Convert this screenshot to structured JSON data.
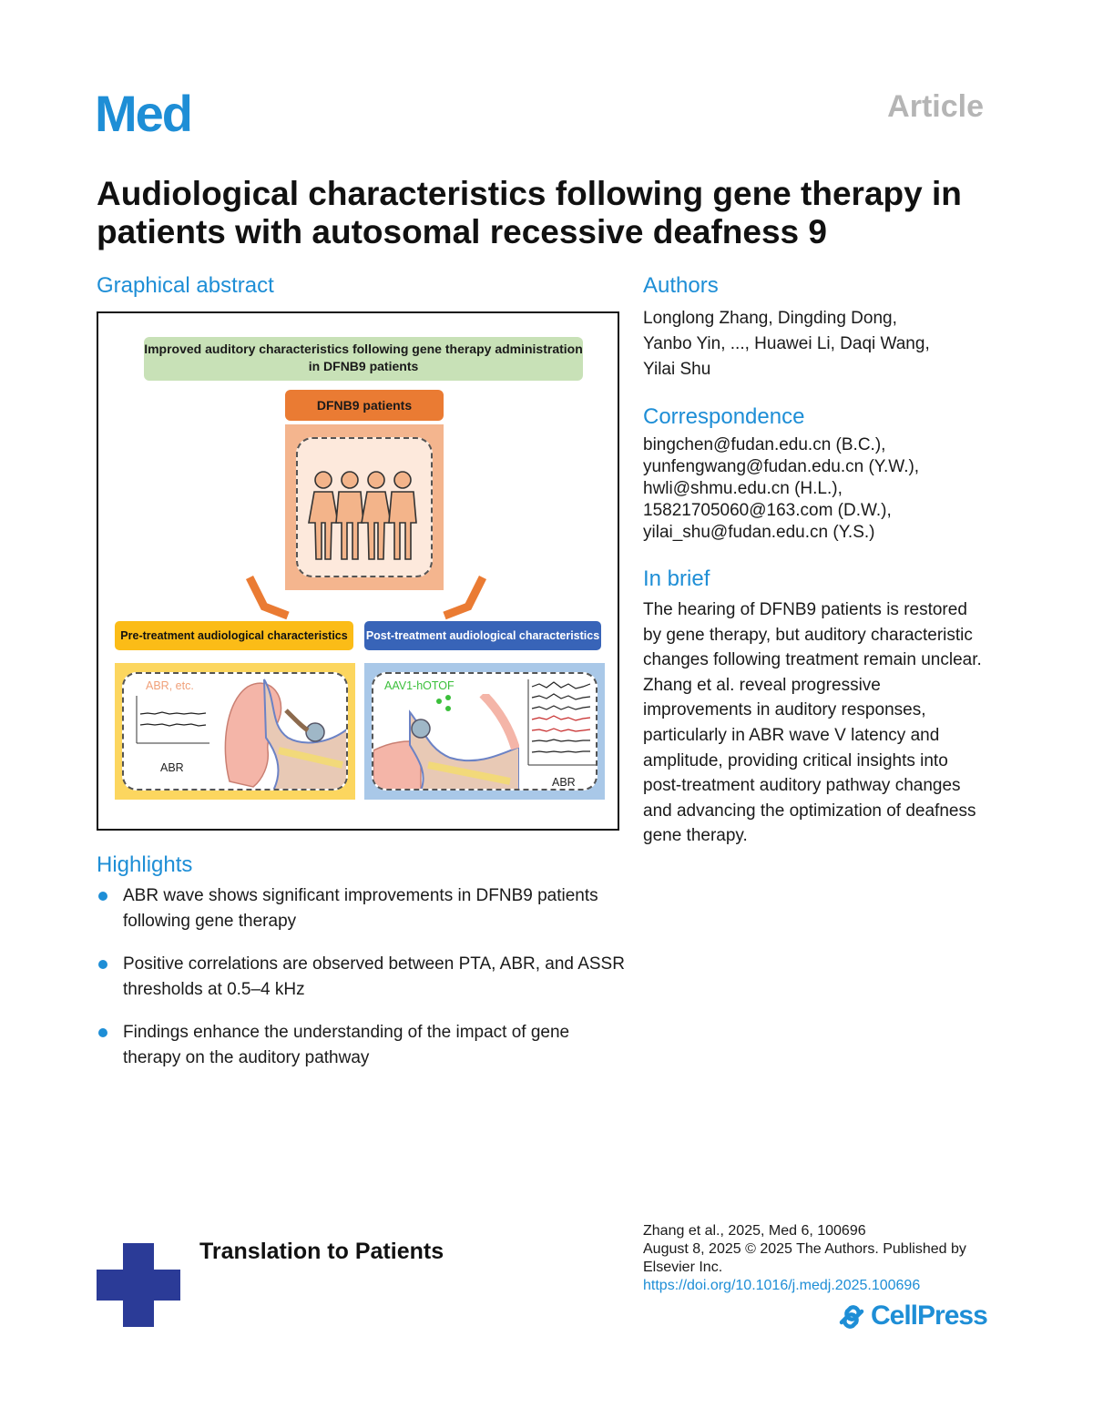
{
  "header": {
    "logo": "Med",
    "article_type": "Article"
  },
  "title": "Audiological characteristics following gene therapy in patients with autosomal recessive deafness 9",
  "graphical_abstract": {
    "heading": "Graphical abstract",
    "top_banner": "Improved auditory characteristics following gene therapy administration in DFNB9 patients",
    "patients_label": "DFNB9 patients",
    "pre_label": "Pre-treatment audiological characteristics",
    "post_label": "Post-treatment audiological characteristics",
    "pre_note": "ABR, etc.",
    "pre_abr": "ABR",
    "post_vector": "AAV1-hOTOF",
    "post_abr": "ABR"
  },
  "authors": {
    "heading": "Authors",
    "lines": [
      "Longlong Zhang, Dingding Dong,",
      "Yanbo Yin, ..., Huawei Li, Daqi Wang,",
      "Yilai Shu"
    ]
  },
  "correspondence": {
    "heading": "Correspondence",
    "lines": [
      "bingchen@fudan.edu.cn (B.C.),",
      "yunfengwang@fudan.edu.cn (Y.W.),",
      "hwli@shmu.edu.cn (H.L.),",
      "15821705060@163.com (D.W.),",
      "yilai_shu@fudan.edu.cn (Y.S.)"
    ]
  },
  "in_brief": {
    "heading": "In brief",
    "text": "The hearing of DFNB9 patients is restored by gene therapy, but auditory characteristic changes following treatment remain unclear. Zhang et al. reveal progressive improvements in auditory responses, particularly in ABR wave V latency and amplitude, providing critical insights into post-treatment auditory pathway changes and advancing the optimization of deafness gene therapy."
  },
  "highlights": {
    "heading": "Highlights",
    "items": [
      "ABR wave shows significant improvements in DFNB9 patients following gene therapy",
      "Positive correlations are observed between PTA, ABR, and ASSR thresholds at 0.5–4 kHz",
      "Findings enhance the understanding of the impact of gene therapy on the auditory pathway"
    ]
  },
  "footer": {
    "section_label": "Translation to Patients",
    "citation_line1": "Zhang et al., 2025, Med 6, 100696",
    "citation_line2": "August 8, 2025 © 2025 The Authors. Published by Elsevier Inc.",
    "doi": "https://doi.org/10.1016/j.medj.2025.100696",
    "publisher": "CellPress"
  },
  "colors": {
    "accent": "#1e8ed6",
    "cross": "#2b3b97",
    "title_gray": "#b5b5b5"
  }
}
